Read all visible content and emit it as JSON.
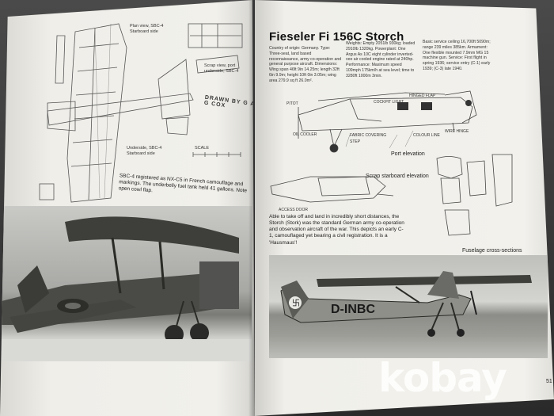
{
  "left_page": {
    "labels": {
      "plan_view": "Plan view, SBC-4",
      "plan_view_sub": "Starboard side",
      "scrap_view": "Scrap view, port",
      "scrap_view_sub": "underside, SBC-4",
      "underside": "Underside, SBC-4",
      "underside_sub": "Starboard side",
      "drawn_by": "DRAWN BY G A G COX",
      "scale": "SCALE"
    },
    "caption": "SBC-4 registered as NX-C5 in French camouflage and markings. The underbelly fuel tank held 41 gallons. Note open cowl flap."
  },
  "right_page": {
    "title": "Fieseler Fi 156C Storch",
    "spec_col1": "Country of origin: Germany. Type: Three-seat, land based reconnaissance, army co-operation and general purpose aircraft. Dimensions: Wing span 46ft 9in 14.25m; length 32ft 6in 9.9m; height 10ft 0in 3.05m; wing area 279.9 sq ft 26.0m².",
    "spec_col2": "Weights: Empty 2051lb 930kg; loaded 2910lb 1320kg. Powerplant: One Argus As 10C eight cylinder inverted-vee air cooled engine rated at 240hp. Performance: Maximum speed 109mph 175km/h at sea level; time to 3280ft 1000m 3min.",
    "spec_col3": "Basic service ceiling 16,700ft 5090m; range 239 miles 385km. Armament: One flexible mounted 7.9mm MG 15 machine gun. Service: First flight in spring 1936; service entry (C-1) early 1939; (C-3) late 1940.",
    "port_elevation": "Port elevation",
    "scrap_starboard": "Scrap starboard elevation",
    "fuselage_sections": "Fuselage cross-sections",
    "airframe_labels": [
      "PITOT",
      "OIL COOLER",
      "FABRIC COVERING",
      "COCKPIT LIGHT",
      "STEP",
      "HINGED FLAP",
      "COLOUR LINE",
      "WIRE HINGE",
      "ACCESS DOOR"
    ],
    "caption": "Able to take off and land in incredibly short distances, the Storch (Stork) was the standard German army co-operation and observation aircraft of the war. This depicts an early C-1, camouflaged yet bearing a civil registration. It is a 'Hausmaus'!",
    "registration": "D-INBC",
    "page_number": "51"
  },
  "watermark": "kobay",
  "colors": {
    "paper": "#f1f0eb",
    "ink": "#222222",
    "watermark": "#ffffff"
  }
}
